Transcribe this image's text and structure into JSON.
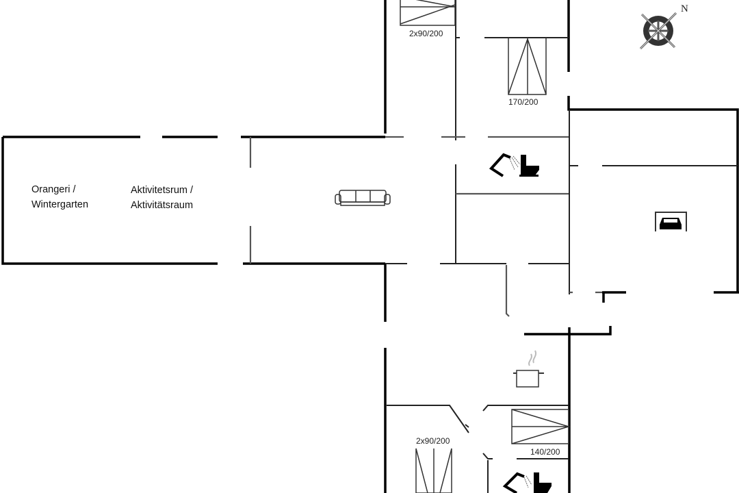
{
  "rooms": {
    "orangery": [
      "Orangeri /",
      "Wintergarten"
    ],
    "activity_room": [
      "Aktivitetsrum /",
      "Aktivitätsraum"
    ]
  },
  "beds": {
    "top_left": "2x90/200",
    "top_right": "170/200",
    "bottom_right": "140/200",
    "bottom_left": "2x90/200"
  },
  "compass": {
    "north_label": "N"
  },
  "icons": [
    "compass-icon",
    "sofa-icon",
    "shower-icon",
    "toilet-icon",
    "car-icon",
    "cooking-pot-icon",
    "bed-icon"
  ]
}
